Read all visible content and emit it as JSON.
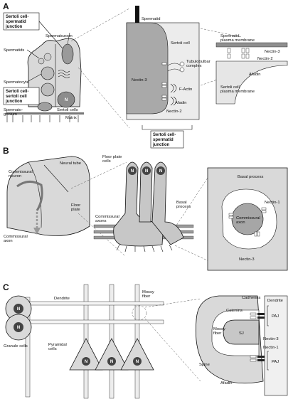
{
  "panels": {
    "a": "A",
    "b": "B",
    "c": "C"
  },
  "panel_a": {
    "left": {
      "sertoli_spermatid_junction": "Sertoli cell-\nspermatid\njunction",
      "spermatozoon": "Spermatozoon",
      "spermatids": "Spermatids",
      "spermatocyte": "Spermatocyte",
      "sertoli_sertoli_junction": "Sertoli cell-\nsertoli cell\njunction",
      "spermatogonium": "Spermato-\ngonium",
      "nucleus": "N",
      "sertoli_cells": "Sertoli cells",
      "matrix": "Matrix"
    },
    "middle": {
      "spermatid": "Spermatid",
      "sertoli_cell": "Sertoli cell",
      "tubulobulbar_complex": "Tubulobulbar\ncomplex",
      "nectin3": "Nectin-3",
      "f_actin": "F-Actin",
      "afadin": "Afadin",
      "nectin2": "Nectin-2",
      "junction_box": "Sertoli cell-\nspermatid\njunction"
    },
    "right": {
      "spermatid_membrane": "Spermatid\nplasma membrane",
      "nectin3": "Nectin-3",
      "nectin2": "Nectin-2",
      "afadin": "Afadin",
      "sertoli_membrane": "Sertoli cell\nplasma membrane"
    }
  },
  "panel_b": {
    "left": {
      "neural_tube": "Neural tube",
      "commissural_neuron": "Commissural\nneuron",
      "floor_plate": "Floor\nplate",
      "commissural_axon": "Commissural\naxon"
    },
    "middle": {
      "floor_plate_cells": "Floor plate\ncells",
      "nucleus": "N",
      "commissural_axons": "Commissural\naxons",
      "basal_process": "Basal\nprocess"
    },
    "right": {
      "basal_process": "Basal process",
      "nectin1": "Nectin-1",
      "commissural_axon": "Commissural\naxon",
      "nectin3": "Nectin-3"
    }
  },
  "panel_c": {
    "left": {
      "dendrite": "Dendrite",
      "mossy_fiber": "Mossy\nfiber",
      "granule_cells": "Granule cells",
      "pyramidal_cells": "Pyramidal\ncells",
      "nucleus": "N"
    },
    "right": {
      "cadherins": "Cadherins",
      "dendrite": "Dendrite",
      "catenins": "Catenins",
      "paj": "PAJ",
      "mossy_fiber": "Mossy\nfiber",
      "sj": "SJ",
      "nectin3": "Nectin-3",
      "nectin1": "Nectin-1",
      "spine": "Spine",
      "afadin": "Afadin"
    }
  }
}
